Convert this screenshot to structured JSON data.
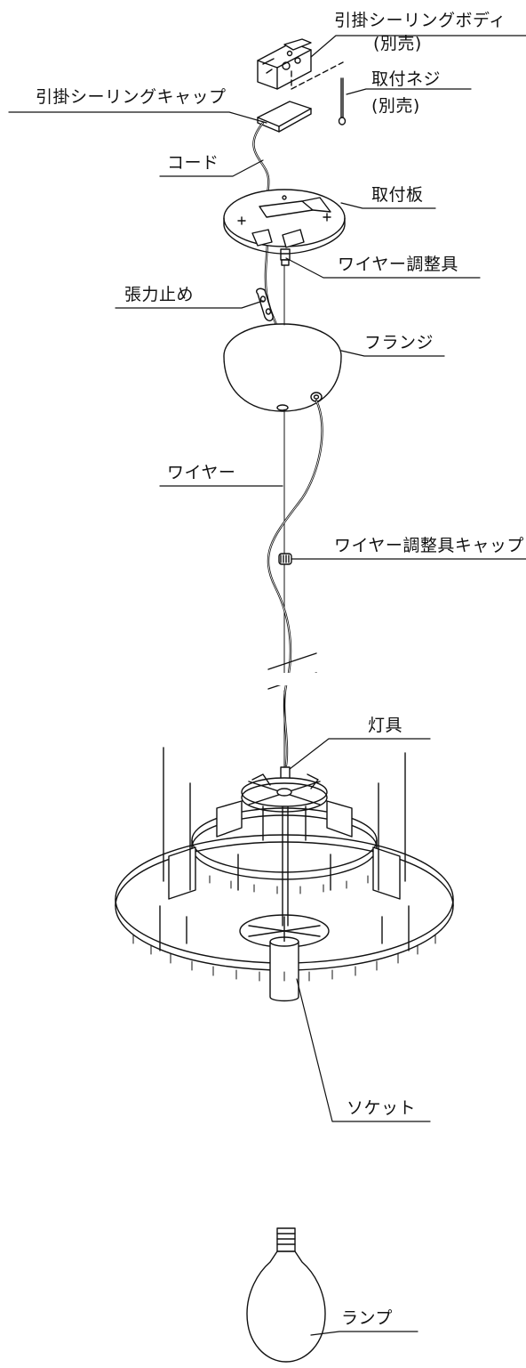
{
  "labels": {
    "ceiling_body": "引掛シーリングボディ",
    "ceiling_body_note": "(別売)",
    "mount_screw": "取付ネジ",
    "mount_screw_note": "(別売)",
    "ceiling_cap": "引掛シーリングキャップ",
    "cord": "コード",
    "mount_plate": "取付板",
    "wire_adjuster": "ワイヤー調整具",
    "strain_relief": "張力止め",
    "flange": "フランジ",
    "wire": "ワイヤー",
    "wire_adjuster_cap": "ワイヤー調整具キャップ",
    "fixture": "灯具",
    "socket": "ソケット",
    "lamp": "ランプ"
  }
}
